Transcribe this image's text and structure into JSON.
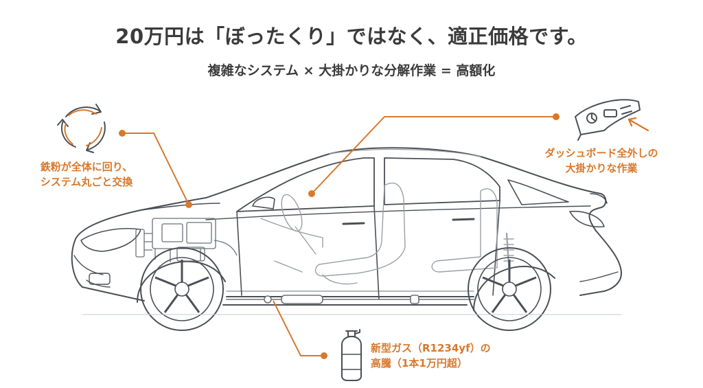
{
  "header": {
    "title": "20万円は「ぼったくり」ではなく、適正価格です。",
    "subtitle": "複雑なシステム × 大掛かりな分解作業 = 高額化"
  },
  "callouts": {
    "iron_powder": {
      "line1": "鉄粉が全体に回り、",
      "line2": "システム丸ごと交換"
    },
    "dashboard": {
      "line1": "ダッシュボード全外しの",
      "line2": "大掛かりな作業"
    },
    "gas": {
      "line1": "新型ガス（R1234yf）の",
      "line2": "高騰（1本1万円超）"
    }
  },
  "icons": {
    "recycle": "recycle-arrows-icon",
    "dashboard": "dashboard-icon",
    "arrow": "arrow-up-left-icon",
    "gas_cylinder": "gas-cylinder-icon"
  },
  "colors": {
    "accent": "#d9782a",
    "text": "#3b3b3b",
    "line_art": "#4a4f55",
    "line_art_light": "#9aa0a6"
  }
}
